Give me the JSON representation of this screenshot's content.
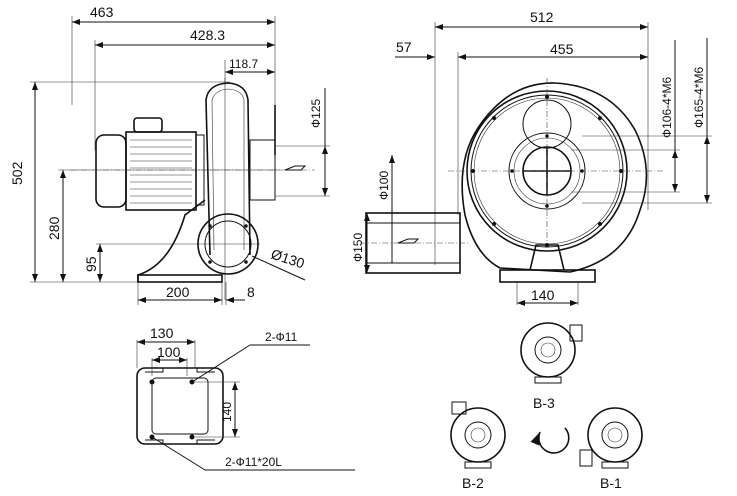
{
  "drawing": {
    "side_view": {
      "overall_length": "463",
      "length_to_motor": "428.3",
      "outlet_offset": "118.7",
      "height": "502",
      "shaft_height": "280",
      "inlet_height": "95",
      "foot_span": "200",
      "foot_offset": "8",
      "inlet_dia": "Ø130",
      "outlet_dia": "Ф125"
    },
    "front_view": {
      "overall_width": "512",
      "outlet_offset": "57",
      "housing_width": "455",
      "bolt_circle_small": "Ф106-4*M6",
      "bolt_circle_large": "Ф165-4*M6",
      "outlet_inner_dia": "Ф100",
      "outlet_flange_dia": "Ф150",
      "base_width": "140"
    },
    "base_plan": {
      "width_outer": "130",
      "width_inner": "100",
      "hole_callout": "2-Ф11",
      "depth": "140",
      "slot_callout": "2-Ф11*20L"
    },
    "orientations": [
      "B-3",
      "B-2",
      "B-1"
    ]
  }
}
